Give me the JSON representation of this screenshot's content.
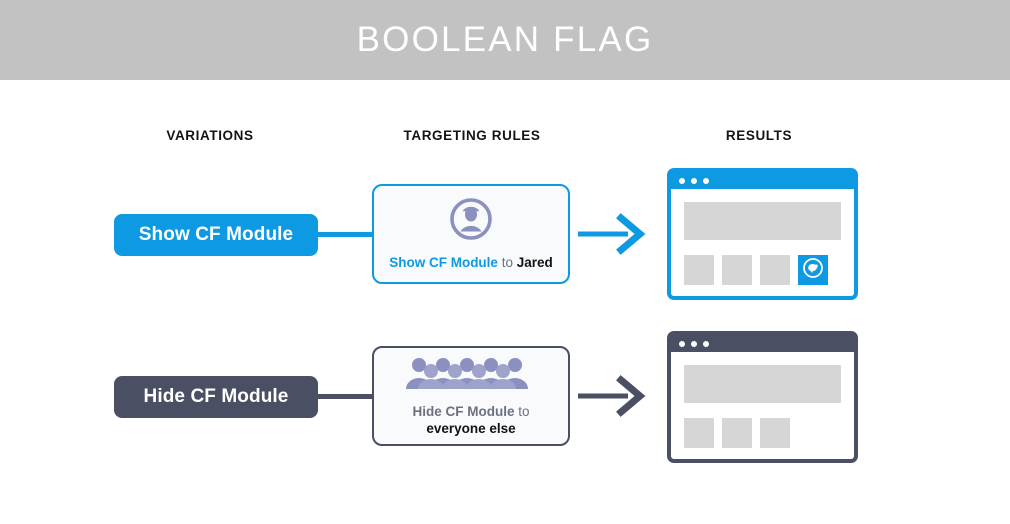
{
  "banner": {
    "title": "BOOLEAN FLAG",
    "background_color": "#c2c2c2",
    "text_color": "#ffffff"
  },
  "columns": {
    "variations": "VARIATIONS",
    "targeting_rules": "TARGETING RULES",
    "results": "RESULTS"
  },
  "colors": {
    "accent_blue": "#0d9ae2",
    "slate": "#4b4f63",
    "icon_purple": "#8b90c0",
    "placeholder_gray": "#d6d6d6",
    "card_background": "#f8fafc"
  },
  "rows": [
    {
      "variation_label": "Show CF Module",
      "variation_color": "#0d9ae2",
      "rule_icon": "single-user-icon",
      "rule_action": "Show CF Module",
      "rule_preposition": "to",
      "rule_target": "Jared",
      "arrow_color": "#0d9ae2",
      "window": {
        "chrome_color": "#0d9ae2",
        "dots": 3,
        "tiles": 4,
        "active_tile_index": 3,
        "active_tile_icon": "cf-module-icon",
        "active_tile_color": "#0d9ae2"
      }
    },
    {
      "variation_label": "Hide CF Module",
      "variation_color": "#4b4f63",
      "rule_icon": "crowd-of-people-icon",
      "rule_action": "Hide CF Module",
      "rule_preposition": "to",
      "rule_target": "everyone else",
      "arrow_color": "#4b4f63",
      "window": {
        "chrome_color": "#4b4f63",
        "dots": 3,
        "tiles": 3,
        "active_tile_index": -1,
        "active_tile_icon": "",
        "active_tile_color": ""
      }
    }
  ]
}
